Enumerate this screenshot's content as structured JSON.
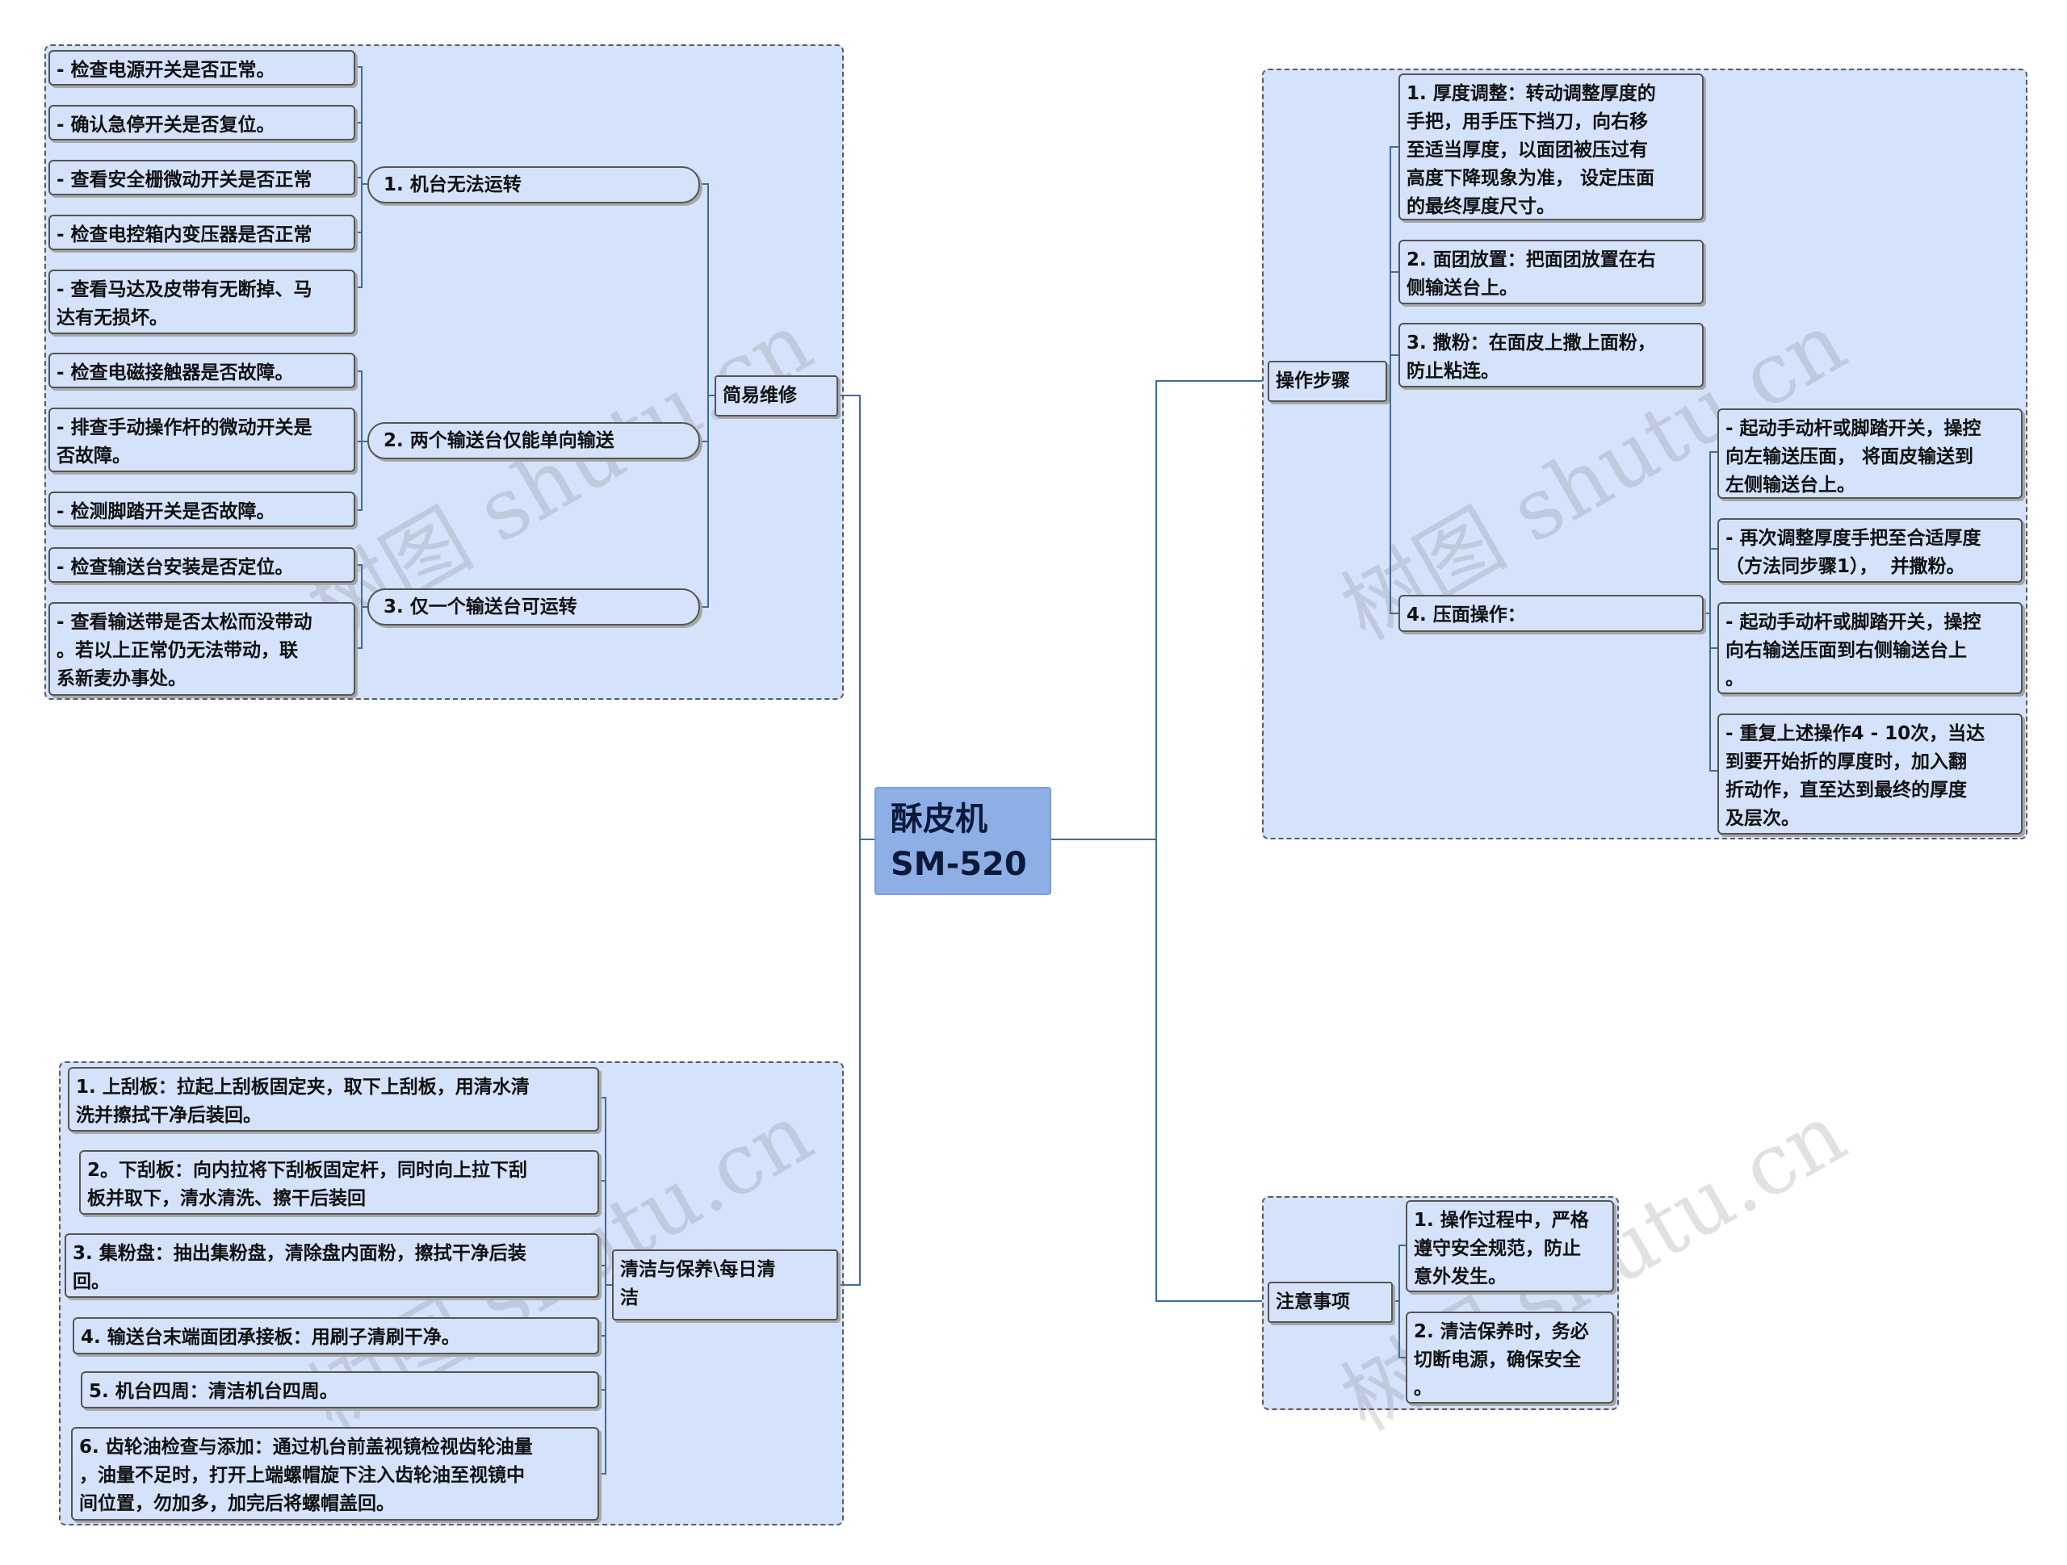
{
  "root": {
    "title": "酥皮机\nSM-520"
  },
  "repair": {
    "label": "简易维修",
    "issues": [
      {
        "title": "1. 机台无法运转",
        "checks": [
          "- 检查电源开关是否正常。",
          "- 确认急停开关是否复位。",
          "- 查看安全栅微动开关是否正常",
          "- 检查电控箱内变压器是否正常",
          "- 查看马达及皮带有无断掉、马\n达有无损坏。"
        ]
      },
      {
        "title": "2. 两个输送台仅能单向输送",
        "checks": [
          "- 检查电磁接触器是否故障。",
          "- 排查手动操作杆的微动开关是\n否故障。",
          "- 检测脚踏开关是否故障。"
        ]
      },
      {
        "title": "3. 仅一个输送台可运转",
        "checks": [
          "- 检查输送台安装是否定位。",
          "- 查看输送带是否太松而没带动\n。若以上正常仍无法带动，联\n系新麦办事处。"
        ]
      }
    ]
  },
  "cleaning": {
    "label": "清洁与保养\\每日清\n洁",
    "items": [
      "1. 上刮板：拉起上刮板固定夹，取下上刮板，用清水清\n洗并擦拭干净后装回。",
      "2。下刮板：向内拉将下刮板固定杆，同时向上拉下刮\n板并取下，清水清洗、擦干后装回",
      "3. 集粉盘：抽出集粉盘，清除盘内面粉，擦拭干净后装\n回。",
      "4. 输送台末端面团承接板：用刷子清刷干净。",
      "5. 机台四周：清洁机台四周。",
      "6. 齿轮油检查与添加：通过机台前盖视镜检视齿轮油量\n，油量不足时，打开上端螺帽旋下注入齿轮油至视镜中\n间位置，勿加多，加完后将螺帽盖回。"
    ]
  },
  "operation": {
    "label": "操作步骤",
    "steps": [
      "1. 厚度调整：转动调整厚度的\n手把，用手压下挡刀，向右移\n至适当厚度，以面团被压过有\n高度下降现象为准， 设定压面\n的最终厚度尺寸。",
      "2. 面团放置：把面团放置在右\n侧输送台上。",
      "3. 撒粉：在面皮上撒上面粉，\n防止粘连。",
      "4. 压面操作："
    ],
    "press_substeps": [
      "- 起动手动杆或脚踏开关，操控\n向左输送压面， 将面皮输送到\n左侧输送台上。",
      "- 再次调整厚度手把至合适厚度\n（方法同步骤1），  并撒粉。",
      "- 起动手动杆或脚踏开关，操控\n向右输送压面到右侧输送台上\n。",
      "- 重复上述操作4 - 10次，当达\n到要开始折的厚度时，加入翻\n折动作，直至达到最终的厚度\n及层次。"
    ]
  },
  "notes": {
    "label": "注意事项",
    "items": [
      "1. 操作过程中，严格\n遵守安全规范，防止\n意外发生。",
      "2. 清洁保养时，务必\n切断电源，确保安全\n。"
    ]
  },
  "watermark": "树图 shutu.cn",
  "colors": {
    "node_fill": "#d4e2fb",
    "root_fill": "#8eaee6",
    "link": "#3d6e98",
    "border": "#555555"
  }
}
